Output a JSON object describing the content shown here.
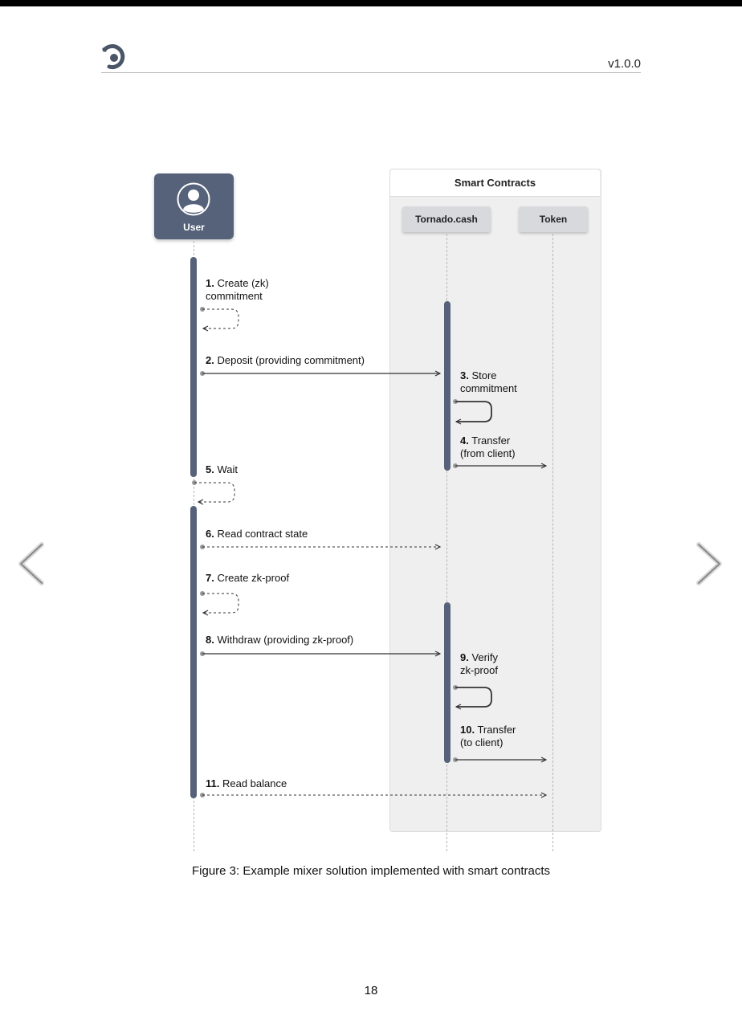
{
  "header": {
    "version": "v1.0.0",
    "logo_icon": "tornado-logo-icon"
  },
  "navigation": {
    "prev_icon": "chevron-left-icon",
    "next_icon": "chevron-right-icon"
  },
  "diagram": {
    "panel_title": "Smart Contracts",
    "actors": {
      "user": "User",
      "tornado": "Tornado.cash",
      "token": "Token"
    },
    "messages": [
      {
        "num": "1.",
        "line1": "Create (zk)",
        "line2": "commitment"
      },
      {
        "num": "2.",
        "line1": "Deposit (providing commitment)",
        "line2": ""
      },
      {
        "num": "3.",
        "line1": "Store",
        "line2": "commitment"
      },
      {
        "num": "4.",
        "line1": "Transfer",
        "line2": "(from client)"
      },
      {
        "num": "5.",
        "line1": "Wait",
        "line2": ""
      },
      {
        "num": "6.",
        "line1": "Read contract state",
        "line2": ""
      },
      {
        "num": "7.",
        "line1": "Create zk-proof",
        "line2": ""
      },
      {
        "num": "8.",
        "line1": "Withdraw (providing zk-proof)",
        "line2": ""
      },
      {
        "num": "9.",
        "line1": "Verify",
        "line2": "zk-proof"
      },
      {
        "num": "10.",
        "line1": "Transfer",
        "line2": "(to client)"
      },
      {
        "num": "11.",
        "line1": "Read balance",
        "line2": ""
      }
    ],
    "colors": {
      "actor": "#56627a",
      "panel": "#efefef",
      "arrow": "#333333"
    }
  },
  "caption": "Figure 3: Example mixer solution implemented with smart contracts",
  "page_number": "18"
}
